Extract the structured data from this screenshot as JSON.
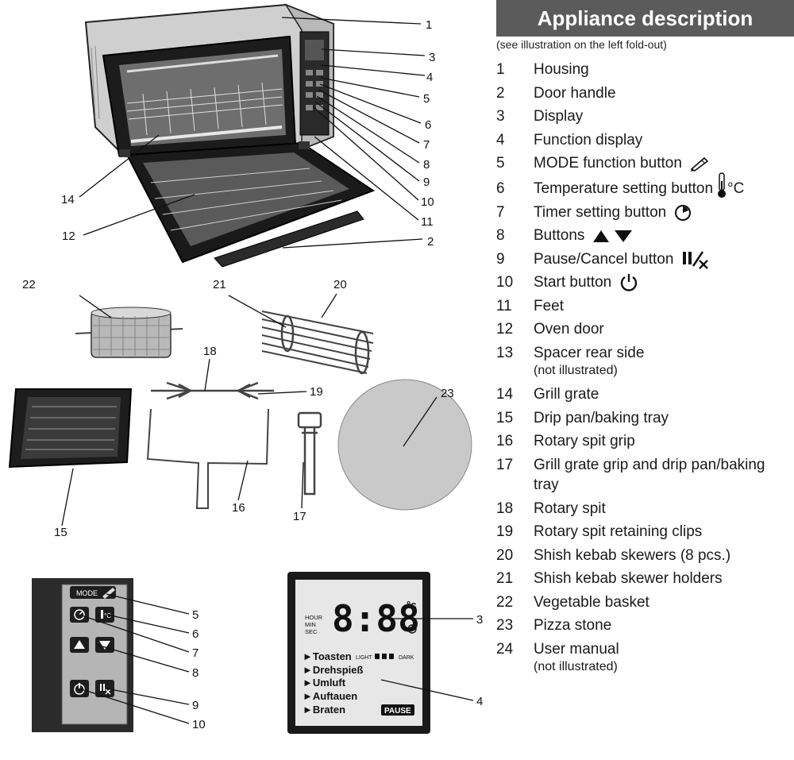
{
  "header": {
    "title": "Appliance description",
    "note": "(see illustration on the left fold-out)"
  },
  "parts": [
    {
      "num": "1",
      "label": "Housing"
    },
    {
      "num": "2",
      "label": "Door handle"
    },
    {
      "num": "3",
      "label": "Display"
    },
    {
      "num": "4",
      "label": "Function display"
    },
    {
      "num": "5",
      "label": "MODE function button",
      "icon": "pencil-icon"
    },
    {
      "num": "6",
      "label": "Temperature setting button",
      "icon": "thermometer-icon",
      "icon_text": "°C"
    },
    {
      "num": "7",
      "label": "Timer setting button",
      "icon": "clock-icon"
    },
    {
      "num": "8",
      "label": "Buttons",
      "icon": "up-down-arrows-icon"
    },
    {
      "num": "9",
      "label": "Pause/Cancel button",
      "icon": "pause-cancel-icon"
    },
    {
      "num": "10",
      "label": "Start button",
      "icon": "power-icon"
    },
    {
      "num": "11",
      "label": "Feet"
    },
    {
      "num": "12",
      "label": "Oven door"
    },
    {
      "num": "13",
      "label": "Spacer rear side",
      "sub": "(not illustrated)"
    },
    {
      "num": "14",
      "label": "Grill grate"
    },
    {
      "num": "15",
      "label": "Drip pan/baking tray"
    },
    {
      "num": "16",
      "label": "Rotary spit grip"
    },
    {
      "num": "17",
      "label": "Grill grate grip and drip pan/baking tray"
    },
    {
      "num": "18",
      "label": "Rotary spit"
    },
    {
      "num": "19",
      "label": "Rotary spit retaining clips"
    },
    {
      "num": "20",
      "label": "Shish kebab skewers (8 pcs.)"
    },
    {
      "num": "21",
      "label": "Shish kebab skewer holders"
    },
    {
      "num": "22",
      "label": "Vegetable basket"
    },
    {
      "num": "23",
      "label": "Pizza stone"
    },
    {
      "num": "24",
      "label": "User manual",
      "sub": "(not illustrated)"
    }
  ],
  "illustration": {
    "callouts": [
      "1",
      "2",
      "3",
      "4",
      "5",
      "6",
      "7",
      "8",
      "9",
      "10",
      "11",
      "12",
      "14",
      "15",
      "16",
      "17",
      "18",
      "19",
      "20",
      "21",
      "22",
      "23"
    ],
    "panel_callouts": [
      "5",
      "6",
      "7",
      "8",
      "9",
      "10"
    ],
    "lcd_callouts": [
      "3",
      "4"
    ],
    "control_panel": {
      "mode_label": "MODE"
    },
    "lcd": {
      "digits": "8:88",
      "degree_c": "°c",
      "units": [
        "HOUR",
        "MIN",
        "SEC"
      ],
      "modes": [
        "►Toasten",
        "►Drehspieß",
        "►Umluft",
        "►Auftauen",
        "►Braten"
      ],
      "light": "LIGHT",
      "dark": "DARK",
      "pause": "PAUSE"
    }
  }
}
